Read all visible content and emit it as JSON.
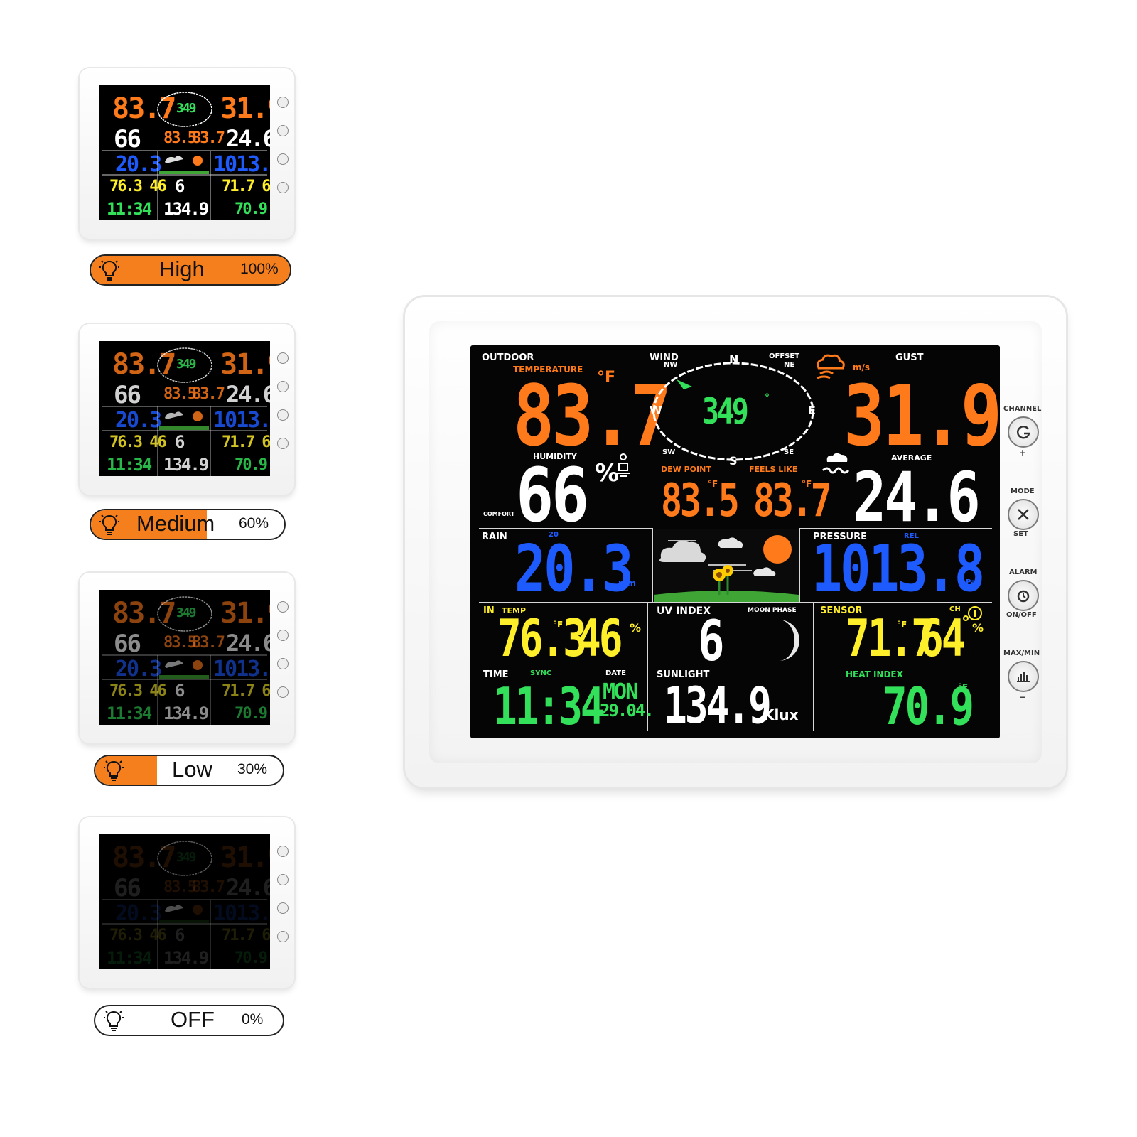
{
  "brightness_levels": [
    {
      "name": "High",
      "percent": "100%",
      "fill": 1.0
    },
    {
      "name": "Medium",
      "percent": "60%",
      "fill": 0.6
    },
    {
      "name": "Low",
      "percent": "30%",
      "fill": 0.3
    },
    {
      "name": "OFF",
      "percent": "0%",
      "fill": 0.0
    }
  ],
  "display": {
    "outdoor": {
      "label": "OUTDOOR",
      "sublabel": "TEMPERATURE",
      "value": "83.7",
      "unit": "°F"
    },
    "humidity": {
      "label": "HUMIDITY",
      "value": "66",
      "unit": "%",
      "comfort": "COMFORT"
    },
    "wind": {
      "label": "WIND",
      "direction": "349",
      "degree_sign": "°",
      "offset_label": "OFFSET",
      "compass": {
        "n": "N",
        "ne": "NE",
        "e": "E",
        "se": "SE",
        "s": "S",
        "sw": "SW",
        "w": "W",
        "nw": "NW"
      }
    },
    "gust": {
      "label": "GUST",
      "value": "31.9",
      "unit": "m/s"
    },
    "dew_point": {
      "label": "DEW POINT",
      "value": "83.5",
      "unit": "°F"
    },
    "feels_like": {
      "label": "FEELS LIKE",
      "value": "83.7",
      "unit": "°F"
    },
    "average": {
      "label": "AVERAGE",
      "value": "24.6"
    },
    "rain": {
      "label": "RAIN",
      "period": "20",
      "value": "20.3",
      "unit": "mm"
    },
    "pressure": {
      "label": "PRESSURE",
      "mode": "REL",
      "value": "1013.8",
      "unit": "hPa"
    },
    "indoor": {
      "label": "IN",
      "sublabel": "TEMP",
      "temp": "76.3",
      "temp_unit": "°F",
      "humidity": "46",
      "humidity_unit": "%"
    },
    "uv": {
      "label": "UV INDEX",
      "value": "6",
      "moon_label": "MOON PHASE"
    },
    "sensor": {
      "label": "SENSOR",
      "ch_label": "CH",
      "temp": "71.7",
      "temp_unit": "°F",
      "humidity": "64",
      "humidity_unit": "%"
    },
    "time": {
      "label": "TIME",
      "sync_label": "SYNC",
      "date_label": "DATE",
      "value": "11:34",
      "weekday": "MON",
      "date": "29.04."
    },
    "sunlight": {
      "label": "SUNLIGHT",
      "value": "134.9",
      "unit": "Klux"
    },
    "heat_index": {
      "label": "HEAT INDEX",
      "value": "70.9",
      "unit": "°F"
    }
  },
  "buttons": {
    "channel": {
      "label": "CHANNEL",
      "sub": "+"
    },
    "mode": {
      "label": "MODE",
      "sub": "SET"
    },
    "alarm": {
      "label": "ALARM",
      "sub": "ON/OFF"
    },
    "maxmin": {
      "label": "MAX/MIN",
      "sub": "−"
    }
  },
  "colors": {
    "orange": "#ff7a1a",
    "white": "#ffffff",
    "green": "#33e05a",
    "blue": "#1e5bff",
    "yellow": "#ffee2a",
    "pill_fill": "#f57e1d"
  }
}
